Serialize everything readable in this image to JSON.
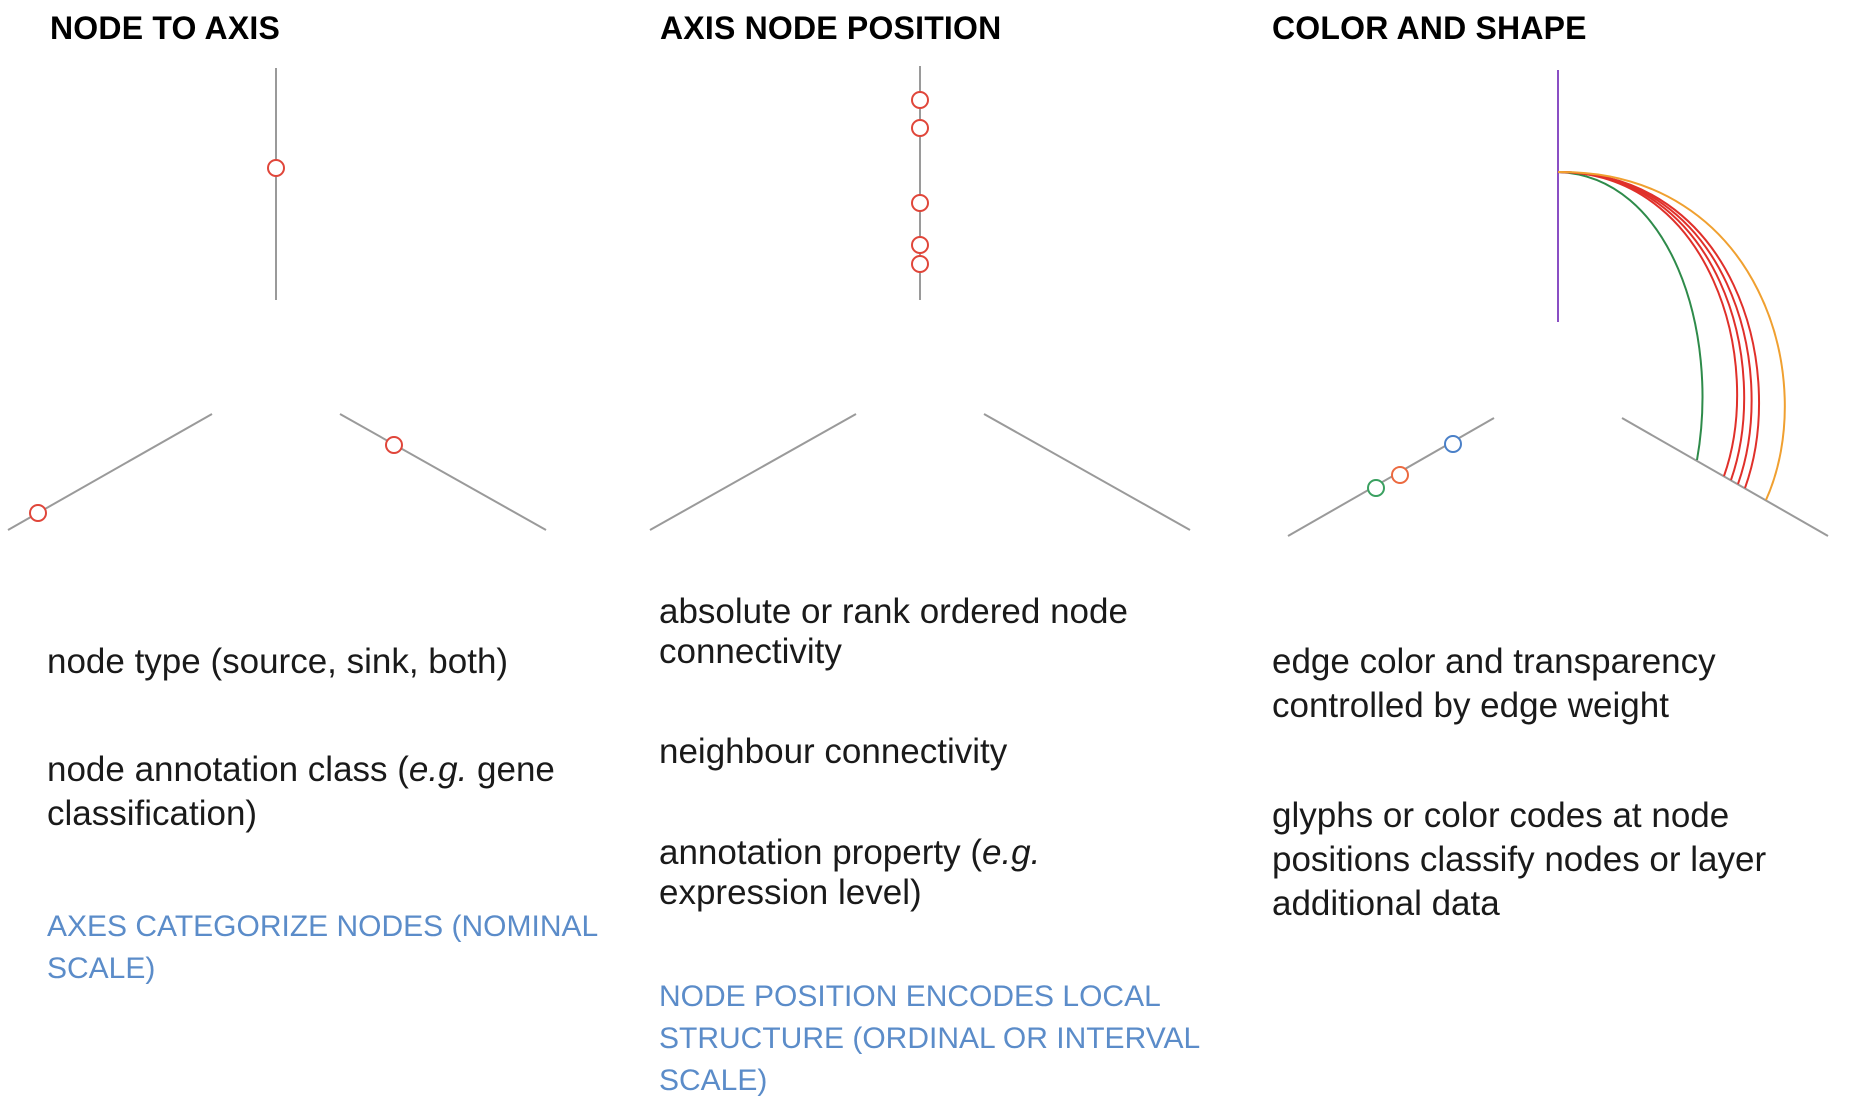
{
  "colors": {
    "axis": "#9a9a9a",
    "node": "#e0463a",
    "note": "#5b8cc9",
    "purple_axis": "#8a4fc4",
    "edge_green": "#2e8b4a",
    "edge_red": "#e0302a",
    "edge_orange": "#f0a030",
    "node_green": "#3aa060",
    "node_orange": "#ec6a40",
    "node_blue": "#4a80c8"
  },
  "panels": [
    {
      "title": "NODE TO AXIS",
      "items": [
        {
          "before": "node type (source, sink, both)",
          "italic": "",
          "after": ""
        },
        {
          "before": "node annotation class (",
          "italic": "e.g.",
          "after": " gene classification)"
        }
      ],
      "note": "AXES CATEGORIZE NODES (NOMINAL SCALE)"
    },
    {
      "title": "AXIS NODE POSITION",
      "items": [
        {
          "before": "absolute or rank ordered node connectivity",
          "italic": "",
          "after": ""
        },
        {
          "before": "neighbour connectivity",
          "italic": "",
          "after": ""
        },
        {
          "before": "annotation property (",
          "italic": "e.g.",
          "after": " expression level)"
        }
      ],
      "note": "NODE POSITION ENCODES LOCAL STRUCTURE (ORDINAL OR INTERVAL SCALE)"
    },
    {
      "title": "COLOR AND SHAPE",
      "items": [
        {
          "before": "edge color and transparency controlled by edge weight",
          "italic": "",
          "after": ""
        },
        {
          "before": "glyphs or color codes at node positions classify nodes or layer additional data",
          "italic": "",
          "after": ""
        }
      ],
      "note": ""
    }
  ]
}
